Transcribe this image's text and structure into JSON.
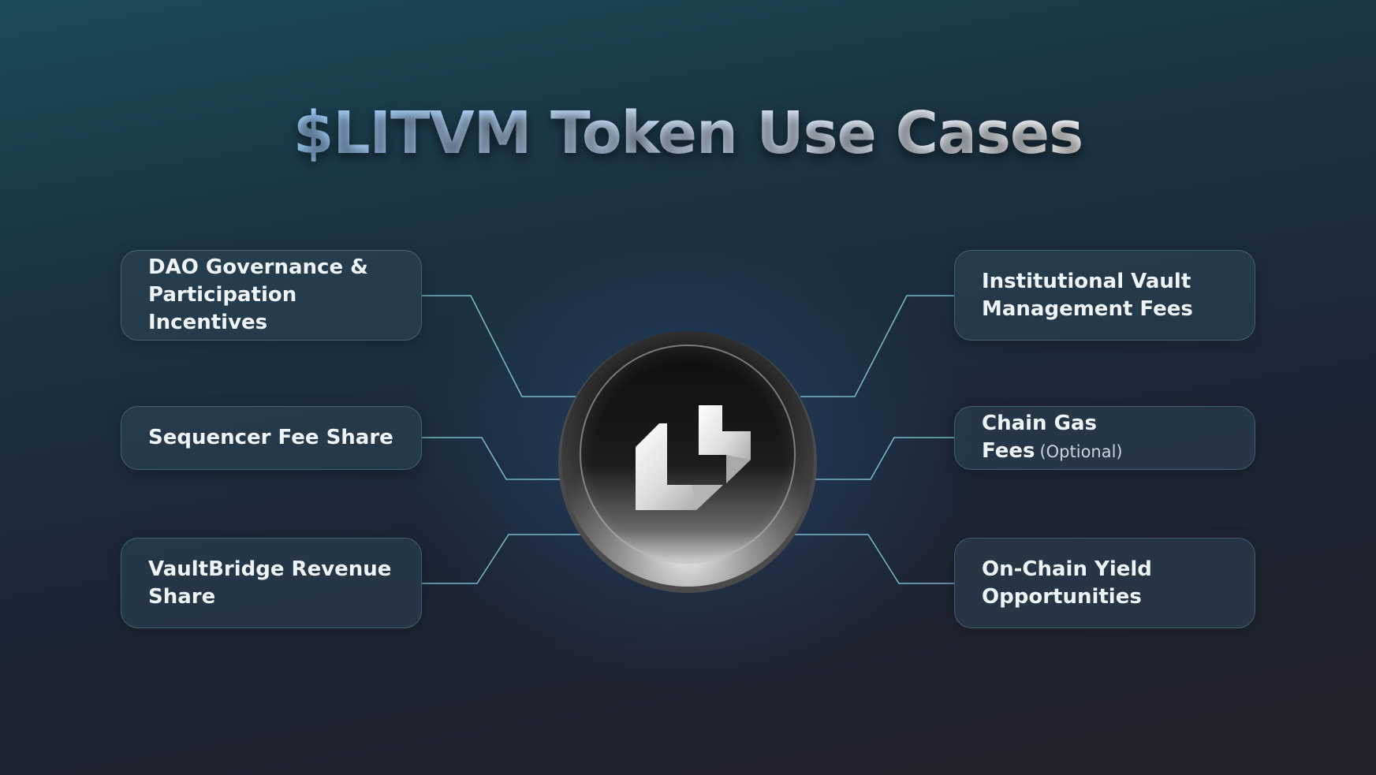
{
  "title": "$LITVM Token Use Cases",
  "use_cases": {
    "left": [
      {
        "label": "DAO Governance & Participation Incentives"
      },
      {
        "label": "Sequencer Fee Share"
      },
      {
        "label": "VaultBridge Revenue Share"
      }
    ],
    "right": [
      {
        "label": "Institutional Vault Management Fees"
      },
      {
        "label": "Chain Gas Fees",
        "note": "(Optional)"
      },
      {
        "label": "On-Chain Yield Opportunities"
      }
    ]
  },
  "center": {
    "icon": "litvm-logo-icon"
  },
  "colors": {
    "connector": "#7fc6d6",
    "title_start": "#9fd0ff",
    "title_end": "#ffffff",
    "box_text": "#eef3f6"
  }
}
